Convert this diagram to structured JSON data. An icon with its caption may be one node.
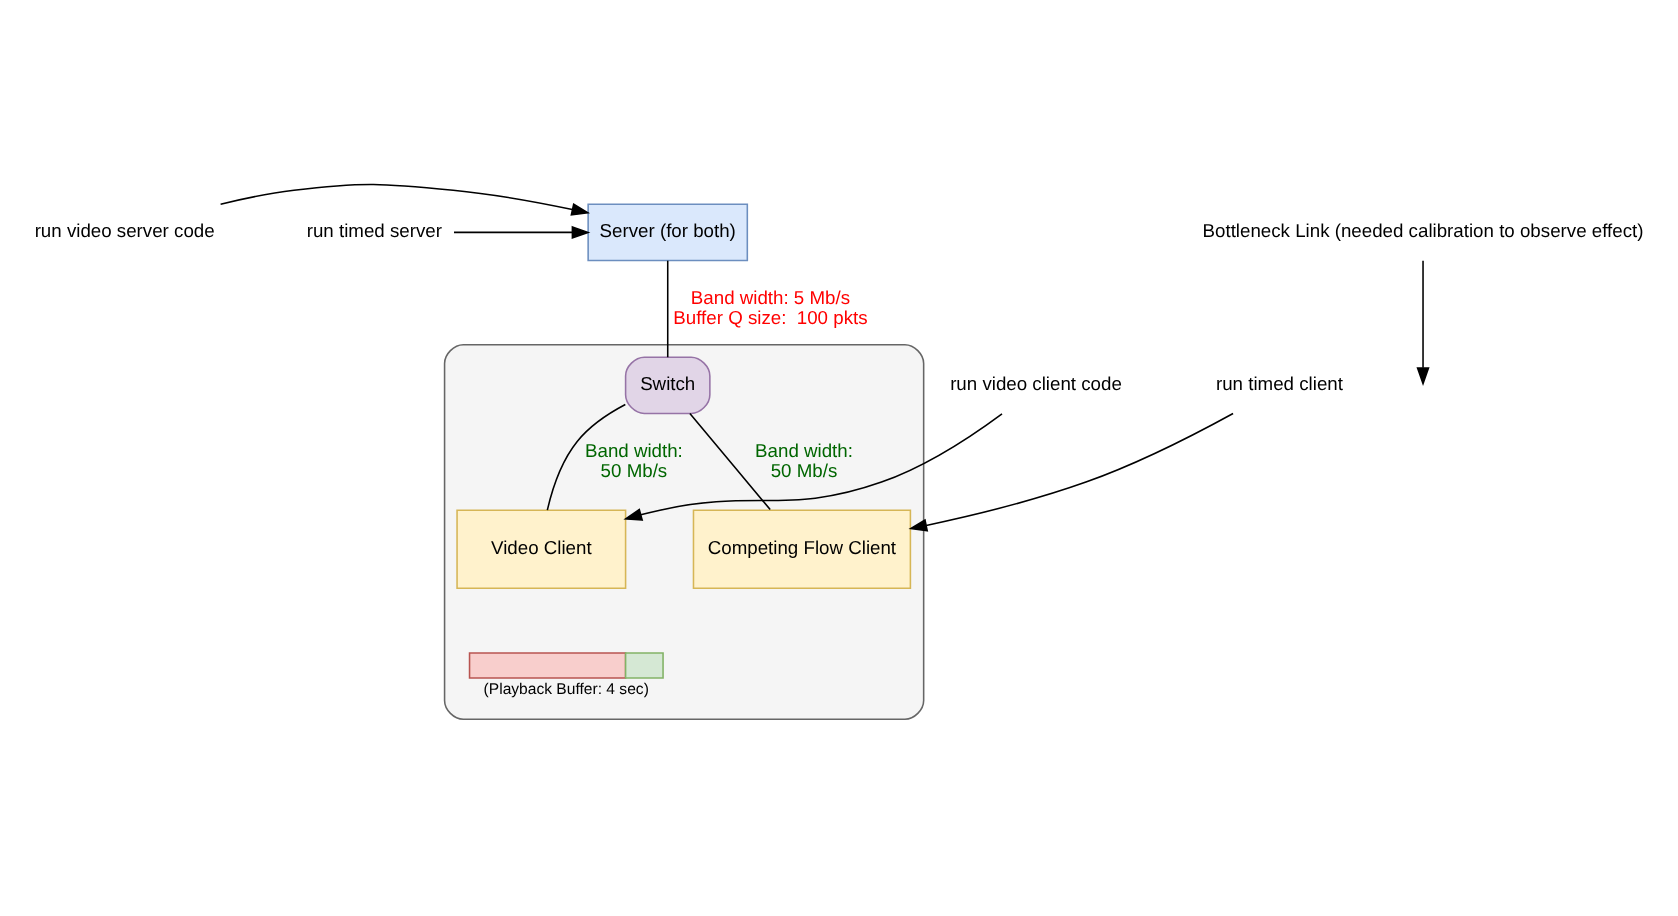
{
  "diagram": {
    "nodes": [
      {
        "text": [
          "run video server code"
        ]
      },
      {
        "text": [
          "Server (for both)"
        ]
      },
      {
        "text": [
          "run timed server"
        ]
      },
      {
        "text": [
          "Bottleneck Link (needed calibration to observe effect)"
        ]
      },
      {
        "text": [],
        "shape": "box"
      },
      {
        "text": [
          "Switch"
        ],
        "in": 4
      },
      {
        "text": [
          "run video client code"
        ]
      },
      {
        "text": [
          "Video Client"
        ],
        "in": 4
      },
      {
        "text": [
          "Competing Flow Client"
        ],
        "in": 4
      },
      {
        "text": [
          "run timed client"
        ]
      },
      {
        "text": [],
        "shape": "bar",
        "in": 4,
        "beside": [
          "(Playback Buffer: 4 sec)"
        ]
      }
    ],
    "edges": [
      {
        "from": 0,
        "to": 1,
        "arrow": "to"
      },
      {
        "from": 2,
        "to": 1,
        "arrow": "to"
      },
      {
        "from": 3,
        "to": null,
        "arrow": "to"
      },
      {
        "from": 1,
        "to": 5,
        "arrow": "none",
        "label": "Band width: 5 Mb/s Buffer Q size:  100 pkts"
      },
      {
        "from": 5,
        "to": 7,
        "arrow": "none",
        "label": "Band width: 50 Mb/s"
      },
      {
        "from": 5,
        "to": 8,
        "arrow": "none",
        "label": "Band width: 50 Mb/s"
      },
      {
        "from": 6,
        "to": 7,
        "arrow": "to"
      },
      {
        "from": 9,
        "to": 8,
        "arrow": "to"
      }
    ]
  }
}
